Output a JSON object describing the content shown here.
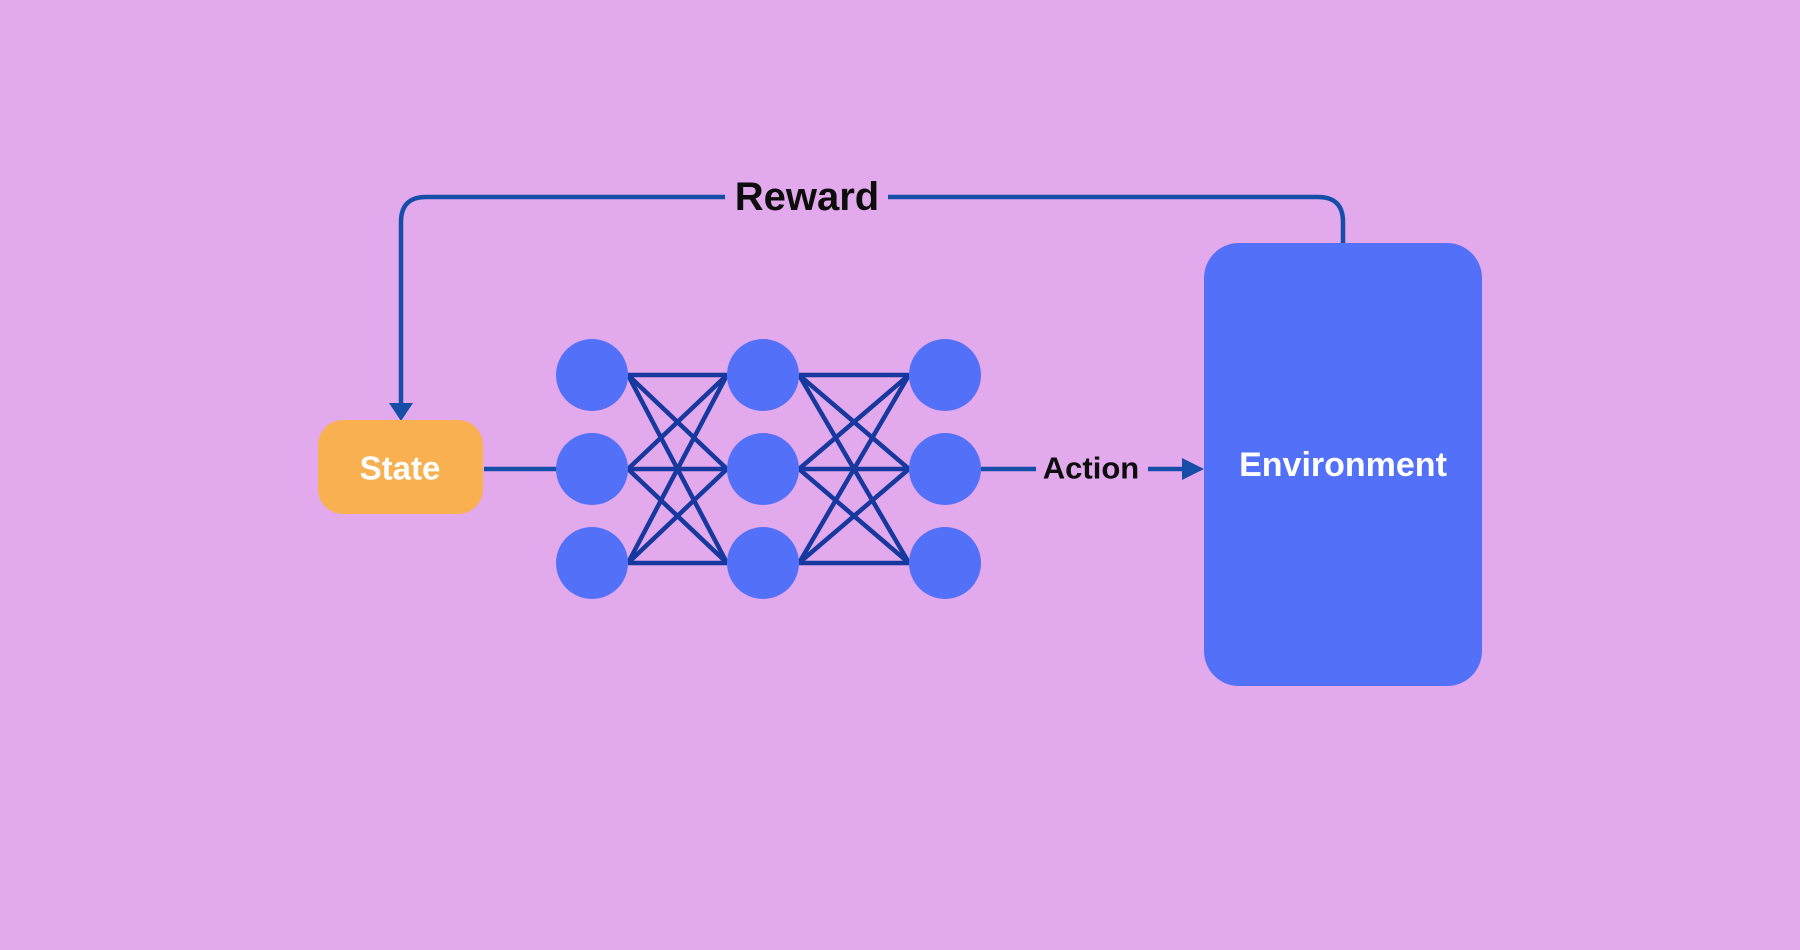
{
  "diagram": {
    "labels": {
      "reward": "Reward",
      "state": "State",
      "action": "Action",
      "environment": "Environment"
    },
    "colors": {
      "background": "#E2A9EC",
      "node_blue": "#5271F8",
      "environment_blue": "#5271F8",
      "state_orange": "#F9B050",
      "connector_navy": "#164DA8",
      "network_line_navy": "#16389F",
      "label_dark": "#0D0D0D",
      "label_light": "#FFFFFF"
    },
    "network": {
      "layers": 3,
      "nodes_per_layer": 3,
      "node_radius": 36,
      "layer_x": [
        592,
        763,
        945
      ],
      "row_y": [
        375,
        469,
        563
      ]
    }
  }
}
